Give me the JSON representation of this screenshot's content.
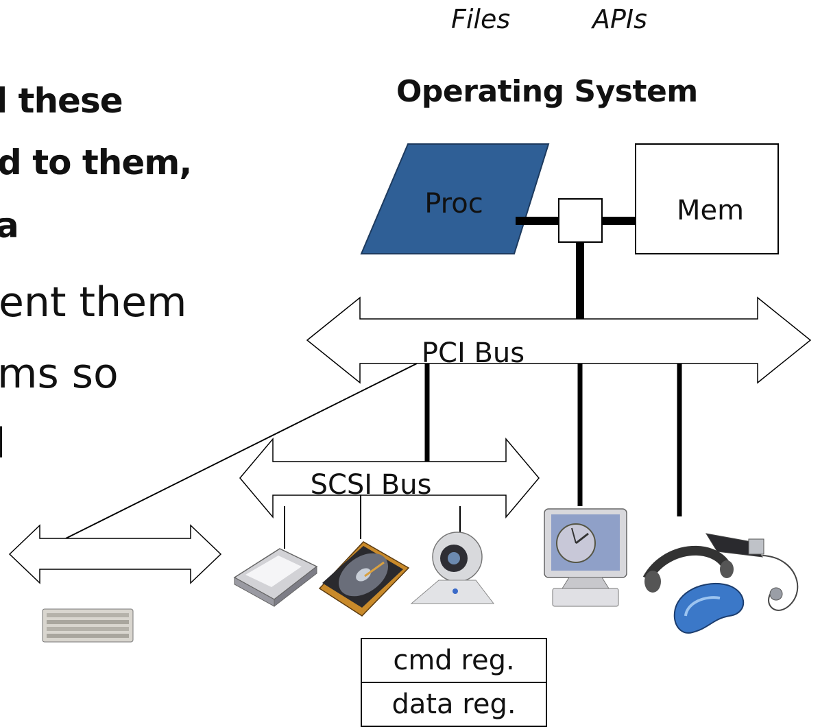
{
  "left_text": {
    "bold_lines": [
      "l these",
      "d to them,",
      "a"
    ],
    "body_lines": [
      "ent them",
      "ms so",
      "l"
    ]
  },
  "header_labels": {
    "files": "Files",
    "apis": "APIs"
  },
  "os_title": "Operating System",
  "components": {
    "proc": "Proc",
    "mem": "Mem",
    "pci_bus": "PCI Bus",
    "scsi_bus": "SCSI Bus"
  },
  "registers": [
    "cmd reg.",
    "data reg."
  ],
  "devices": [
    {
      "name": "keyboard-icon"
    },
    {
      "name": "scanner-icon"
    },
    {
      "name": "hard-disk-icon"
    },
    {
      "name": "webcam-icon"
    },
    {
      "name": "monitor-icon"
    },
    {
      "name": "vr-headset-icon"
    }
  ],
  "colors": {
    "proc_fill": "#2f5f96",
    "line": "#000000"
  }
}
